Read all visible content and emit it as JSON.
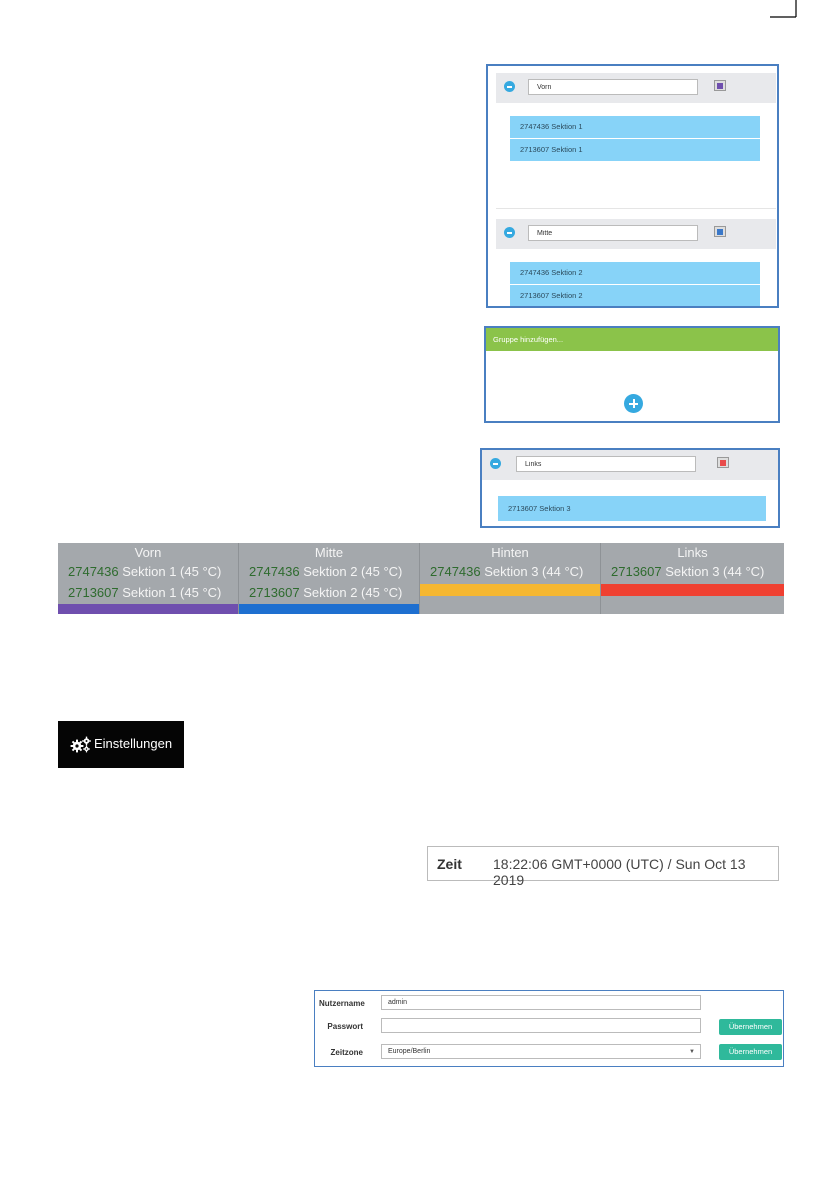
{
  "groups_panel": {
    "groups": [
      {
        "name": "Vorn",
        "color": "#6f4fae",
        "items": [
          "2747436 Sektion 1",
          "2713607 Sektion 1"
        ]
      },
      {
        "name": "Mitte",
        "color": "#3b78c9",
        "items": [
          "2747436 Sektion 2",
          "2713607 Sektion 2"
        ]
      }
    ]
  },
  "add_group": {
    "header": "Gruppe hinzufügen..."
  },
  "links_panel": {
    "name": "Links",
    "color": "#e94b4b",
    "items": [
      "2713607 Sektion 3"
    ]
  },
  "overview": {
    "columns": [
      {
        "title": "Vorn",
        "color": "#6f4fae",
        "rows": [
          {
            "id": "2747436",
            "text": " Sektion 1 (45 °C)"
          },
          {
            "id": "2713607",
            "text": " Sektion 1 (45 °C)"
          }
        ]
      },
      {
        "title": "Mitte",
        "color": "#1e6fd0",
        "rows": [
          {
            "id": "2747436",
            "text": " Sektion 2 (45 °C)"
          },
          {
            "id": "2713607",
            "text": " Sektion 2 (45 °C)"
          }
        ]
      },
      {
        "title": "Hinten",
        "color": "#f5b731",
        "rows": [
          {
            "id": "2747436",
            "text": " Sektion 3 (44 °C)"
          }
        ]
      },
      {
        "title": "Links",
        "color": "#ef4031",
        "rows": [
          {
            "id": "2713607",
            "text": " Sektion 3 (44 °C)"
          }
        ]
      }
    ]
  },
  "settings": {
    "label": "Einstellungen",
    "icon": "gears-icon"
  },
  "time": {
    "label": "Zeit",
    "value": "18:22:06 GMT+0000 (UTC) / Sun Oct 13 2019"
  },
  "account": {
    "username_label": "Nutzername",
    "username_value": "admin",
    "password_label": "Passwort",
    "password_value": "",
    "timezone_label": "Zeitzone",
    "timezone_value": "Europe/Berlin",
    "apply_label": "Übernehmen"
  }
}
